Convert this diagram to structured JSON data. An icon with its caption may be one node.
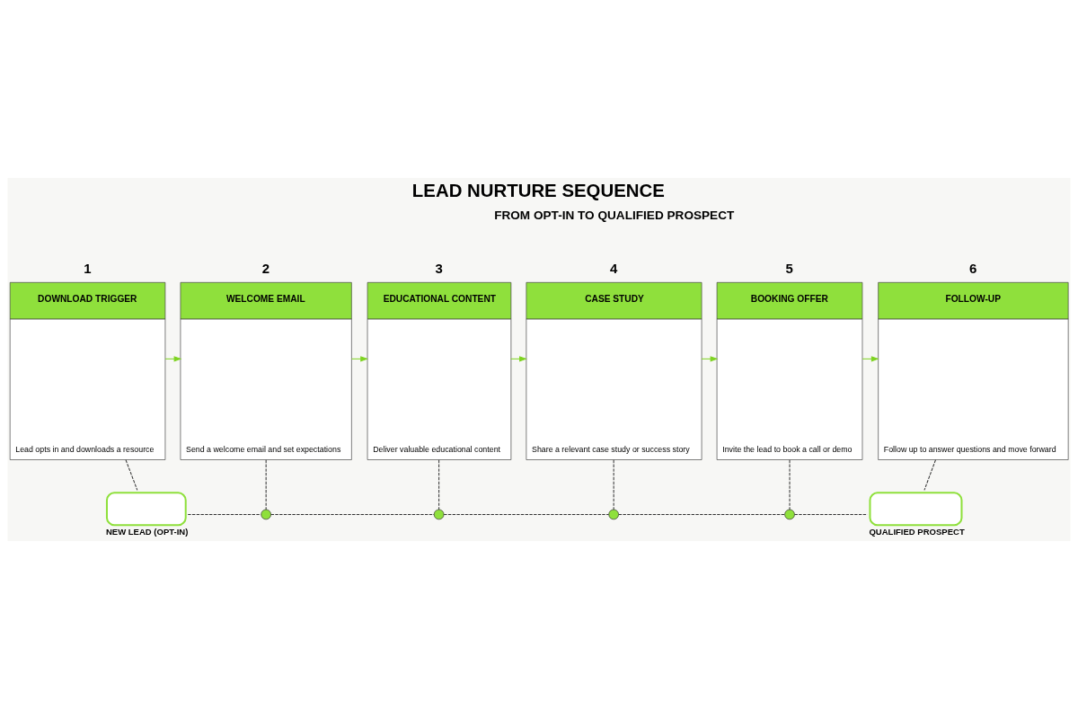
{
  "diagram": {
    "title": "LEAD NURTURE SEQUENCE",
    "nodes": [
      {
        "text": [
          "DOWNLOAD TRIGGER",
          "Lead opts in and downloads a resource"
        ],
        "beside": [
          "1"
        ]
      },
      {
        "text": [
          "WELCOME EMAIL",
          "Send a welcome email and set expectations"
        ],
        "beside": [
          "2"
        ]
      },
      {
        "text": [
          "EDUCATIONAL CONTENT",
          "Deliver valuable educational content"
        ],
        "beside": [
          "3"
        ]
      },
      {
        "text": [
          "CASE STUDY",
          "Share a relevant case study or success story"
        ],
        "beside": [
          "4"
        ]
      },
      {
        "text": [
          "BOOKING OFFER",
          "Invite the lead to book a call or demo"
        ],
        "beside": [
          "5"
        ]
      },
      {
        "text": [
          "FOLLOW-UP",
          "Follow up to answer questions and move forward"
        ],
        "beside": [
          "6"
        ]
      },
      {
        "text": [
          "NEW LEAD (OPT-IN)"
        ]
      },
      {
        "text": [],
        "shape": "circle"
      },
      {
        "text": [],
        "shape": "circle"
      },
      {
        "text": [],
        "shape": "circle"
      },
      {
        "text": [],
        "shape": "circle"
      },
      {
        "text": [
          "QUALIFIED PROSPECT"
        ]
      }
    ],
    "edges": [
      {
        "from": 0,
        "to": 1,
        "arrow": "to",
        "color": "#7ed321"
      },
      {
        "from": 1,
        "to": 2,
        "arrow": "to",
        "color": "#7ed321"
      },
      {
        "from": 2,
        "to": 3,
        "arrow": "to",
        "color": "#7ed321"
      },
      {
        "from": 3,
        "to": 4,
        "arrow": "to",
        "color": "#7ed321"
      },
      {
        "from": 4,
        "to": 5,
        "arrow": "to",
        "color": "#7ed321"
      },
      {
        "from": 0,
        "to": 6,
        "arrow": "none",
        "style": "dashed"
      },
      {
        "from": 1,
        "to": 7,
        "arrow": "none",
        "style": "dashed"
      },
      {
        "from": 2,
        "to": 8,
        "arrow": "none",
        "style": "dashed"
      },
      {
        "from": 3,
        "to": 9,
        "arrow": "none",
        "style": "dashed"
      },
      {
        "from": 4,
        "to": 10,
        "arrow": "none",
        "style": "dashed"
      },
      {
        "from": 5,
        "to": 11,
        "arrow": "none",
        "style": "dashed"
      },
      {
        "from": 6,
        "to": 7,
        "arrow": "none",
        "style": "dashed"
      },
      {
        "from": 7,
        "to": 8,
        "arrow": "none",
        "style": "dashed"
      },
      {
        "from": 8,
        "to": 9,
        "arrow": "none",
        "style": "dashed"
      },
      {
        "from": 9,
        "to": 10,
        "arrow": "none",
        "style": "dashed"
      },
      {
        "from": 10,
        "to": 11,
        "arrow": "none",
        "style": "dashed"
      }
    ],
    "labels": [
      "FROM OPT-IN TO QUALIFIED PROSPECT"
    ]
  }
}
